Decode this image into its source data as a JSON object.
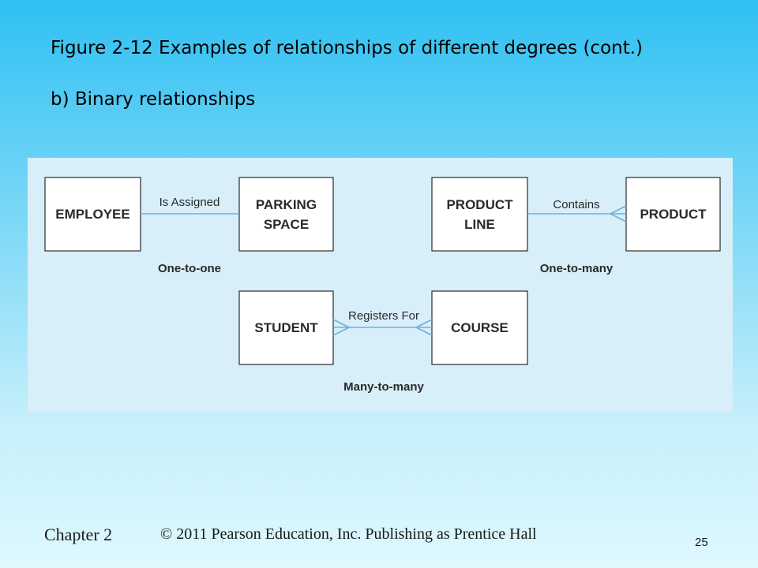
{
  "slide": {
    "title": "Figure 2-12 Examples of relationships of different degrees (cont.)",
    "subtitle": "b) Binary relationships"
  },
  "diagram": {
    "employee": "EMPLOYEE",
    "parking_line1": "PARKING",
    "parking_line2": "SPACE",
    "product_line_line1": "PRODUCT",
    "product_line_line2": "LINE",
    "product": "PRODUCT",
    "student": "STUDENT",
    "course": "COURSE",
    "rel_assigned": "Is Assigned",
    "rel_contains": "Contains",
    "rel_registers": "Registers For",
    "card_one_to_one": "One-to-one",
    "card_one_to_many": "One-to-many",
    "card_many_to_many": "Many-to-many"
  },
  "colors": {
    "connector": "#6ab4de",
    "panel": "#d8eef9"
  },
  "footer": {
    "chapter": "Chapter 2",
    "copyright": "© 2011 Pearson Education, Inc.  Publishing as Prentice Hall",
    "page": "25"
  }
}
